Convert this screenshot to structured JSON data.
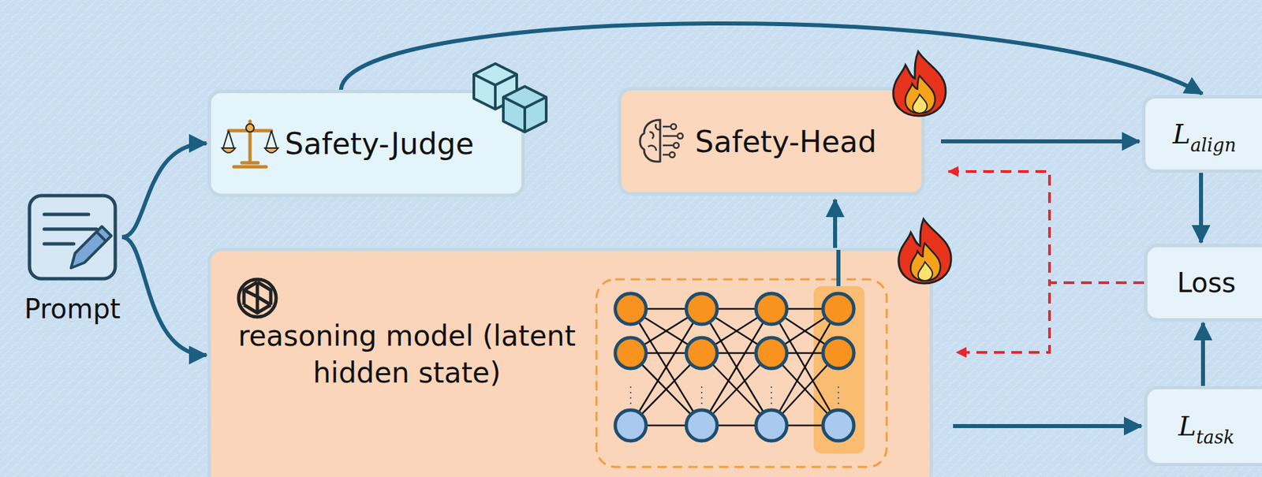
{
  "diagram": {
    "nodes": [
      {
        "text": [
          "Prompt"
        ]
      },
      {
        "text": [
          "Safety-Judge"
        ]
      },
      {
        "text": [
          "Safety-Head"
        ]
      },
      {
        "text": [
          "reasoning model (latent hidden state)"
        ]
      },
      {
        "text": [
          "L",
          "align"
        ]
      },
      {
        "text": [
          "Loss"
        ]
      },
      {
        "text": [
          "L",
          "task"
        ]
      }
    ],
    "edges": [
      {
        "from": 0,
        "to": 1,
        "arrow": "to"
      },
      {
        "from": 0,
        "to": 3,
        "arrow": "to"
      },
      {
        "from": 1,
        "to": 4,
        "arrow": "to"
      },
      {
        "from": 2,
        "to": 4,
        "arrow": "to"
      },
      {
        "from": 3,
        "to": 2,
        "arrow": "to"
      },
      {
        "from": 3,
        "to": 6,
        "arrow": "to"
      },
      {
        "from": 4,
        "to": 5,
        "arrow": "to"
      },
      {
        "from": 6,
        "to": 5,
        "arrow": "to"
      },
      {
        "from": 5,
        "to": 2,
        "arrow": "to"
      },
      {
        "from": 5,
        "to": 3,
        "arrow": "to"
      }
    ]
  }
}
